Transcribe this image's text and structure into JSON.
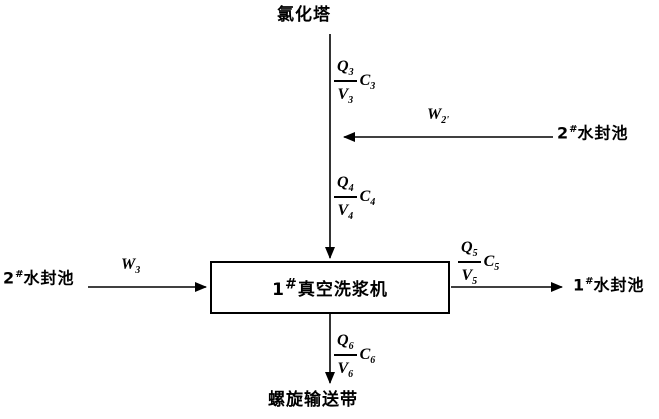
{
  "nodes": {
    "chlorination_tower": "氯化塔",
    "screw_conveyor": "螺旋输送带",
    "washer": {
      "num": "1",
      "mark": "#",
      "name": "真空洗浆机"
    },
    "seal_pool_right_top": {
      "num": "2",
      "mark": "#",
      "name": "水封池"
    },
    "seal_pool_left": {
      "num": "2",
      "mark": "#",
      "name": "水封池"
    },
    "seal_pool_right": {
      "num": "1",
      "mark": "#",
      "name": "水封池"
    }
  },
  "flows": {
    "f3": {
      "q": "Q",
      "v": "V",
      "c": "C",
      "sub": "3"
    },
    "f4": {
      "q": "Q",
      "v": "V",
      "c": "C",
      "sub": "4"
    },
    "f5": {
      "q": "Q",
      "v": "V",
      "c": "C",
      "sub": "5"
    },
    "f6": {
      "q": "Q",
      "v": "V",
      "c": "C",
      "sub": "6"
    },
    "w2": {
      "w": "W",
      "sub": "2'"
    },
    "w3": {
      "w": "W",
      "sub": "3"
    }
  }
}
